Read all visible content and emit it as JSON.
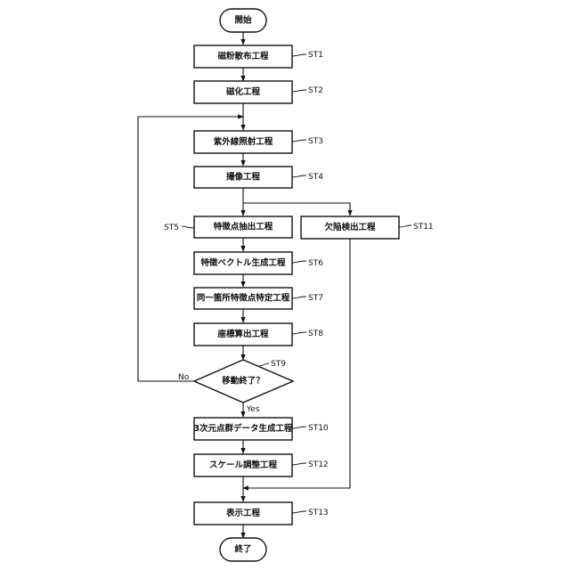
{
  "nodes": {
    "start": {
      "label": "開始"
    },
    "st1": {
      "label": "磁粉散布工程",
      "step": "ST1"
    },
    "st2": {
      "label": "磁化工程",
      "step": "ST2"
    },
    "st3": {
      "label": "紫外線照射工程",
      "step": "ST3"
    },
    "st4": {
      "label": "撮像工程",
      "step": "ST4"
    },
    "st5": {
      "label": "特徴点抽出工程",
      "step": "ST5"
    },
    "st11": {
      "label": "欠陥検出工程",
      "step": "ST11"
    },
    "st6": {
      "label": "特徴ベクトル生成工程",
      "step": "ST6"
    },
    "st7": {
      "label": "同一箇所特徴点特定工程",
      "step": "ST7"
    },
    "st8": {
      "label": "座標算出工程",
      "step": "ST8"
    },
    "st9": {
      "label": "移動終了？",
      "step": "ST9"
    },
    "st10": {
      "label": "3次元点群データ生成工程",
      "step": "ST10"
    },
    "st12": {
      "label": "スケール調整工程",
      "step": "ST12"
    },
    "st13": {
      "label": "表示工程",
      "step": "ST13"
    },
    "end": {
      "label": "終了"
    }
  },
  "edge_labels": {
    "no": "No",
    "yes": "Yes"
  }
}
